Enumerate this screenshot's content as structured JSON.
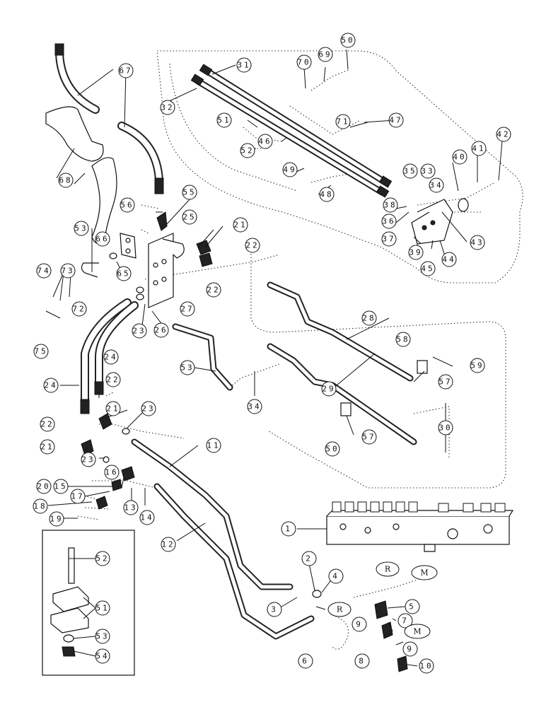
{
  "diagram": {
    "callouts": {
      "c1": "1",
      "c2": "2",
      "c3": "3",
      "c4": "4",
      "c5": "5",
      "c6": "6",
      "c7": "7",
      "c8": "8",
      "c9a": "9",
      "c9b": "9",
      "c10": "10",
      "c11": "11",
      "c12": "12",
      "c13": "13",
      "c14": "14",
      "c15": "15",
      "c16": "16",
      "c17": "17",
      "c18": "18",
      "c19": "19",
      "c20": "20",
      "c21a": "21",
      "c21b": "21",
      "c21c": "21",
      "c22a": "22",
      "c22b": "22",
      "c22c": "22",
      "c22d": "22",
      "c23a": "23",
      "c23b": "23",
      "c23c": "23",
      "c24a": "24",
      "c24b": "24",
      "c25": "25",
      "c26": "26",
      "c27": "27",
      "c28": "28",
      "c29": "29",
      "c30": "30",
      "c31": "31",
      "c32": "32",
      "c33": "33",
      "c34a": "34",
      "c34b": "34",
      "c35": "35",
      "c36": "36",
      "c37": "37",
      "c38": "38",
      "c39": "39",
      "c40": "40",
      "c41": "41",
      "c42": "42",
      "c43": "43",
      "c44": "44",
      "c45": "45",
      "c46": "46",
      "c47": "47",
      "c48": "48",
      "c49": "49",
      "c50a": "50",
      "c50b": "50",
      "c51": "51",
      "c52": "52",
      "c53a": "53",
      "c53b": "53",
      "c55": "55",
      "c56": "56",
      "c57a": "57",
      "c57b": "57",
      "c58": "58",
      "c59": "59",
      "c65": "65",
      "c66": "66",
      "c67": "67",
      "c68": "68",
      "c69": "69",
      "c70": "70",
      "c71": "71",
      "c72": "72",
      "c73": "73",
      "c74": "74",
      "c75": "75",
      "i51": "51",
      "i52": "52",
      "i53": "53",
      "i54": "54"
    },
    "ports": {
      "r1": "R",
      "m1": "M",
      "r2": "R",
      "m2": "M"
    }
  }
}
